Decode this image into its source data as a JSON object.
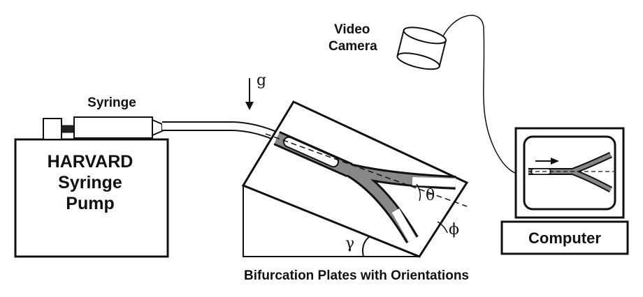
{
  "labels": {
    "video_camera_line1": "Video",
    "video_camera_line2": "Camera",
    "syringe": "Syringe",
    "pump_line1": "HARVARD",
    "pump_line2": "Syringe",
    "pump_line3": "Pump",
    "gravity": "g",
    "theta": "θ",
    "phi": "ϕ",
    "gamma": "γ",
    "computer": "Computer",
    "caption": "Bifurcation Plates with Orientations"
  }
}
